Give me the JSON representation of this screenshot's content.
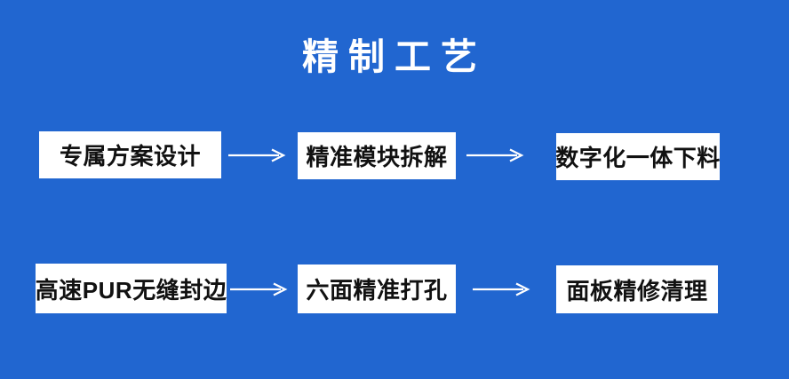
{
  "title": "精制工艺",
  "colors": {
    "background": "#2166d0",
    "box_background": "#ffffff",
    "box_text": "#111111",
    "title_text": "#ffffff",
    "arrow": "#ffffff"
  },
  "icons": {
    "arrow": "arrow-right-icon"
  },
  "flow": {
    "rows": [
      {
        "steps": [
          {
            "label": "专属方案设计"
          },
          {
            "label": "精准模块拆解"
          },
          {
            "label": "数字化一体下料"
          }
        ]
      },
      {
        "steps": [
          {
            "label": "高速PUR无缝封边"
          },
          {
            "label": "六面精准打孔"
          },
          {
            "label": "面板精修清理"
          }
        ]
      }
    ]
  }
}
